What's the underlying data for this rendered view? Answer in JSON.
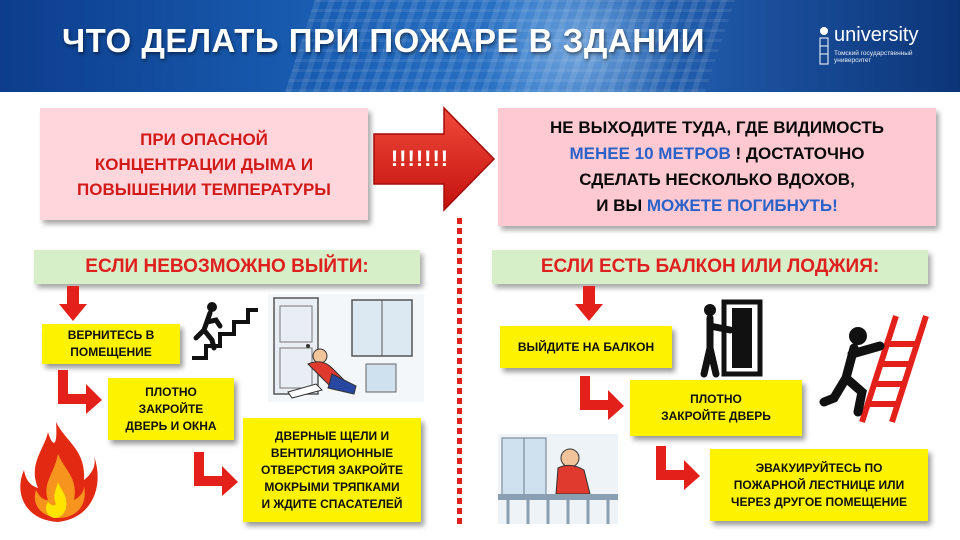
{
  "header": {
    "title": "ЧТО ДЕЛАТЬ ПРИ ПОЖАРЕ В ЗДАНИИ",
    "logo_word": "university",
    "logo_sub": "Томский государственный университет"
  },
  "danger": {
    "line1": "ПРИ ОПАСНОЙ",
    "line2": "КОНЦЕНТРАЦИИ ДЫМА И",
    "line3": "ПОВЫШЕНИИ ТЕМПЕРАТУРЫ"
  },
  "arrow_label": "!!!!!!!",
  "warning": {
    "line1": "НЕ ВЫХОДИТЕ ТУДА, ГДЕ ВИДИМОСТЬ",
    "line2_blue": "МЕНЕЕ 10 МЕТРОВ",
    "line2_rest": " ! ДОСТАТОЧНО",
    "line3": "СДЕЛАТЬ НЕСКОЛЬКО ВДОХОВ,",
    "line4_start": "И ВЫ ",
    "line4_blue": "МОЖЕТЕ ПОГИБНУТЬ!"
  },
  "left": {
    "title": "ЕСЛИ НЕВОЗМОЖНО ВЫЙТИ:",
    "step1": [
      "ВЕРНИТЕСЬ В",
      "ПОМЕЩЕНИЕ"
    ],
    "step2": [
      "ПЛОТНО",
      "ЗАКРОЙТЕ",
      "ДВЕРЬ И ОКНА"
    ],
    "step3": [
      "ДВЕРНЫЕ ЩЕЛИ И",
      "ВЕНТИЛЯЦИОННЫЕ",
      "ОТВЕРСТИЯ ЗАКРОЙТЕ",
      "МОКРЫМИ ТРЯПКАМИ",
      "И ЖДИТЕ СПАСАТЕЛЕЙ"
    ]
  },
  "right": {
    "title": "ЕСЛИ ЕСТЬ БАЛКОН ИЛИ ЛОДЖИЯ:",
    "step1": [
      "ВЫЙДИТЕ НА БАЛКОН"
    ],
    "step2": [
      "ПЛОТНО",
      "ЗАКРОЙТЕ ДВЕРЬ"
    ],
    "step3": [
      "ЭВАКУИРУЙТЕСЬ ПО",
      "ПОЖАРНОЙ ЛЕСТНИЦЕ ИЛИ",
      "ЧЕРЕЗ ДРУГОЕ ПОМЕЩЕНИЕ"
    ]
  },
  "colors": {
    "header_blue": "#1a5fb4",
    "danger_red": "#d11a1a",
    "step_yellow": "#fdf200",
    "section_green": "#d7efc9",
    "accent_blue": "#2a62c9"
  }
}
